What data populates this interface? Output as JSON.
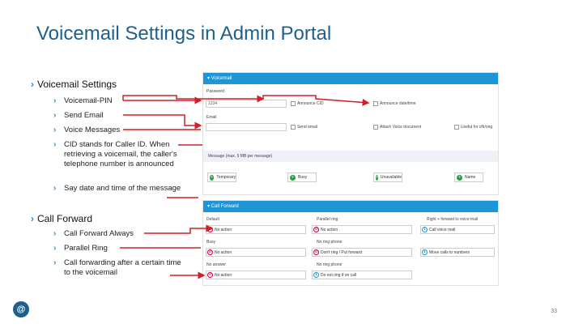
{
  "slide": {
    "title": "Voicemail Settings in Admin Portal",
    "page_number": "33"
  },
  "voicemail": {
    "heading": "Voicemail Settings",
    "bullets": [
      "Voicemail-PIN",
      "Send Email",
      "Voice Messages",
      "CID stands for Caller ID. When retrieving a voicemail, the caller's telephone number is announced",
      "Say date and time of the message"
    ]
  },
  "call_forward": {
    "heading": "Call Forward",
    "bullets": [
      "Call Forward Always",
      "Parallel Ring",
      "Call forwarding after a certain time to the voicemail"
    ]
  },
  "panel": {
    "voicemail_header": "▾ Voicemail",
    "password_label": "Password",
    "password_value": "1234",
    "announce_cid": "Announce CID",
    "announce_datetime": "Announce date/time",
    "email_label": "Email",
    "send_email": "Send email",
    "attach_voice": "Attach Voice document",
    "use_for_cfb": "Useful for cfb/orig",
    "greetings_label": "Message (max. 5 MB per message)",
    "greetings": [
      {
        "icon": "+",
        "label": "Temporary"
      },
      {
        "icon": "+",
        "label": "Busy"
      },
      {
        "icon": "+",
        "label": "Unavailable"
      },
      {
        "icon": "+",
        "label": "Name"
      }
    ],
    "cf_header": "▾ Call Forward",
    "cf_col_default": "Default",
    "cf_col_ring": "Parallel ring",
    "cf_col_vm": "Right + forward to voice mail",
    "cf_no_action": "No action",
    "cf_no_action_label": "No action",
    "cf_vm_label": "Call voice mail",
    "cf_busy": "Busy",
    "cf_ring_none": "No ring phone",
    "cf_ring_opt": "Don't ring / Put forward",
    "cf_vm_forward": "Move calls to numbers",
    "cf_no_answer": "No answer",
    "cf_dont_ring_lbl": "No ring phone",
    "cf_dont_ring_opt": "Do not ring if on call"
  },
  "colors": {
    "title": "#1f5f8b",
    "accent": "#1f95d5",
    "arrow": "#d0202a"
  }
}
